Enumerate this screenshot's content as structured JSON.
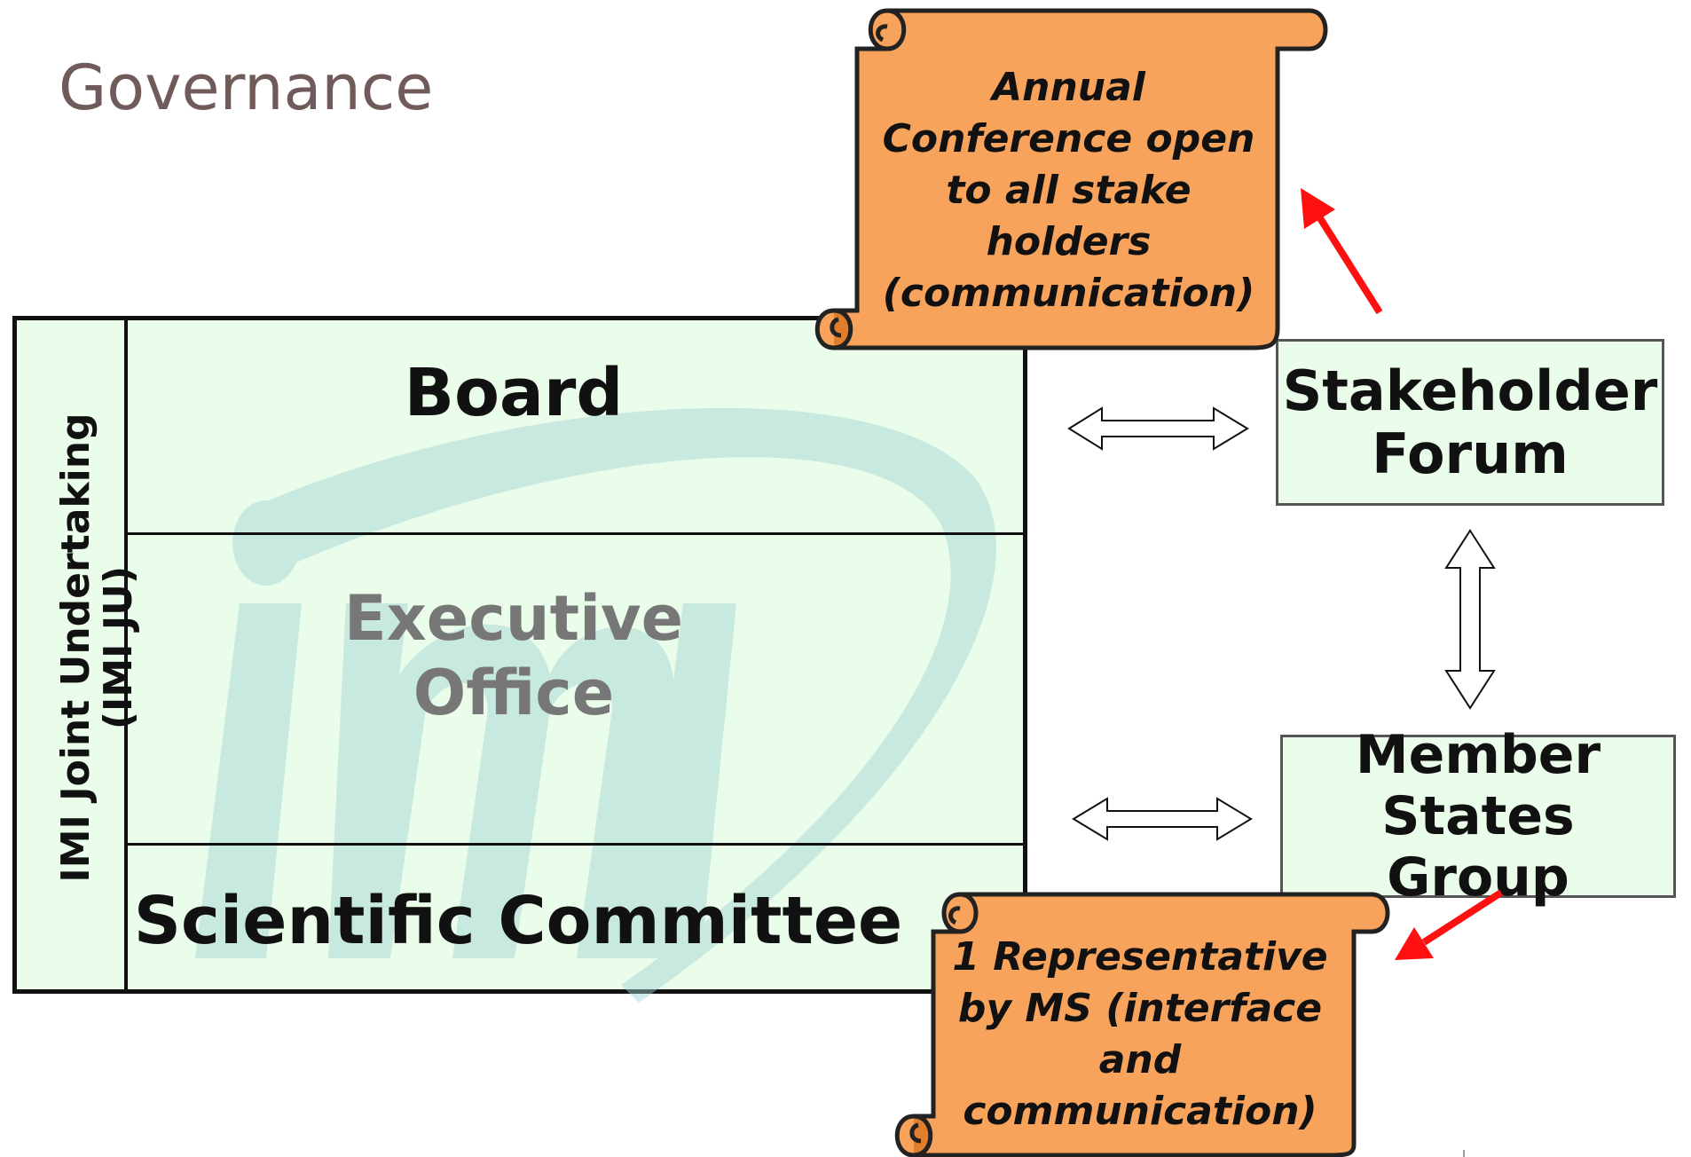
{
  "title": "Governance",
  "ju": {
    "label_line1": "IMI Joint Undertaking",
    "label_line2": "(IMI JU)",
    "board": "Board",
    "executive_line1": "Executive",
    "executive_line2": "Office",
    "scientific": "Scientific Committee",
    "logo_text": "imi"
  },
  "stakeholder_forum": {
    "line1": "Stakeholder",
    "line2": "Forum"
  },
  "member_states_group": {
    "line1": "Member States",
    "line2": "Group"
  },
  "annual_conference": {
    "lines": [
      "Annual",
      "Conference open",
      "to all stake",
      "holders",
      "(communication)"
    ]
  },
  "representative": {
    "lines": [
      "1 Representative",
      "by MS (interface",
      "and",
      "communication)"
    ]
  },
  "colors": {
    "box_fill": "#eafcea",
    "scroll_fill": "#f7a35c",
    "red_arrow": "#ff1010",
    "logo": "#9fd3d3"
  }
}
